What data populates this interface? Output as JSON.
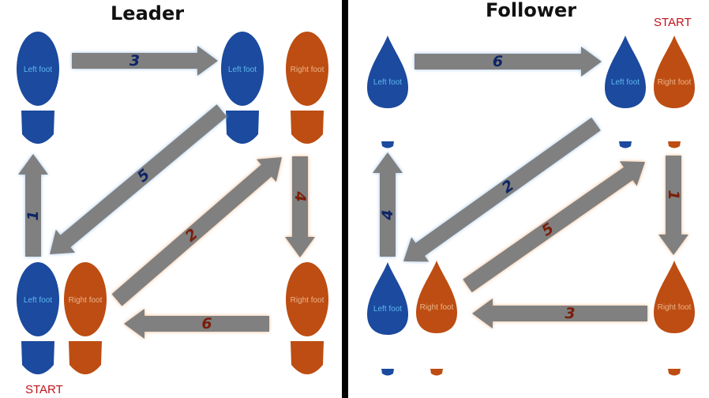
{
  "leader": {
    "title": "Leader",
    "start_label": "START",
    "left_foot_label": "Left foot",
    "right_foot_label": "Right foot",
    "steps": [
      "1",
      "2",
      "3",
      "4",
      "5",
      "6"
    ]
  },
  "follower": {
    "title": "Follower",
    "start_label": "START",
    "left_foot_label": "Left foot",
    "right_foot_label": "Right foot",
    "steps": [
      "1",
      "2",
      "3",
      "4",
      "5",
      "6"
    ]
  },
  "colors": {
    "left_foot": "#1b4a9e",
    "right_foot": "#bd4d12",
    "arrow_fill": "#808080",
    "arrow_glow_blue": "#9cc3ea",
    "arrow_glow_orange": "#f1b483",
    "step_number_blue": "#0d2566",
    "step_number_orange": "#7a1e08",
    "start_text": "#c0121b",
    "divider": "#000000"
  }
}
